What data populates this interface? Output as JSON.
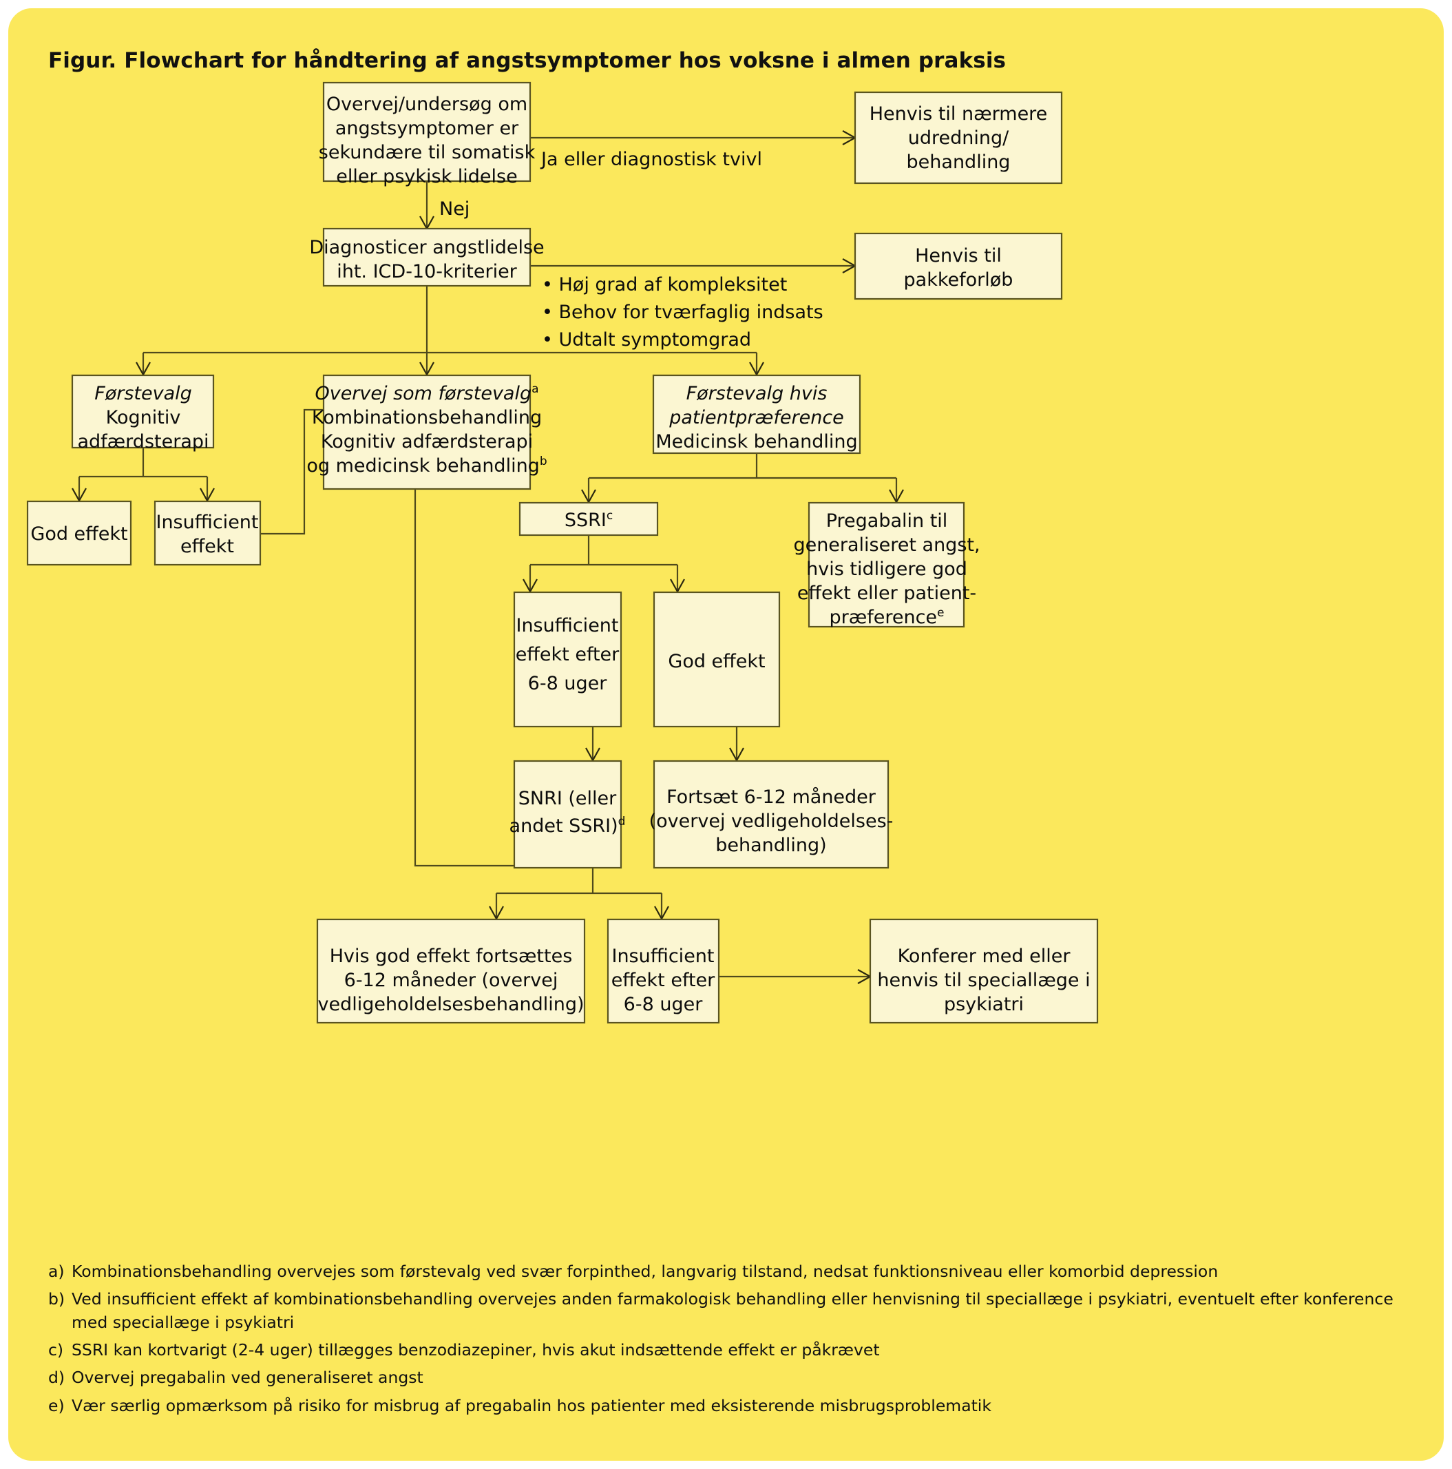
{
  "figure": {
    "title": "Figur. Flowchart for håndtering af angstsymptomer hos voksne i almen praksis",
    "background_color": "#fbe85c",
    "node_fill_color": "#fbf6d2",
    "node_border_color": "#5a5420"
  },
  "nodes": {
    "assess": {
      "id": "assess",
      "lines": [
        "Overvej/undersøg om",
        "angstsymptomer er",
        "sekundære til somatisk",
        "eller psykisk lidelse"
      ]
    },
    "refer_workup": {
      "id": "refer_workup",
      "lines": [
        "Henvis til nærmere",
        "udredning/",
        "behandling"
      ]
    },
    "diagnose": {
      "id": "diagnose",
      "lines": [
        "Diagnosticer angstlidelse",
        "iht. ICD-10-kriterier"
      ]
    },
    "refer_package": {
      "id": "refer_package",
      "lines": [
        "Henvis til",
        "pakkeforløb"
      ]
    },
    "cbt": {
      "id": "cbt",
      "lines": [
        "Førstevalg",
        "Kognitiv",
        "adfærdsterapi"
      ],
      "italic_lines": [
        0
      ]
    },
    "combination": {
      "id": "combination",
      "lines": [
        "Overvej som førstevalg",
        "Kombinationsbehandling",
        "Kognitiv adfærdsterapi",
        "og medicinsk behandling"
      ],
      "italic_lines": [
        0
      ],
      "superscripts": {
        "0": "a",
        "3": "b"
      }
    },
    "medical": {
      "id": "medical",
      "lines": [
        "Førstevalg hvis",
        "patientpræference",
        "Medicinsk behandling"
      ],
      "italic_lines": [
        0,
        1
      ]
    },
    "cbt_good": {
      "id": "cbt_good",
      "lines": [
        "God effekt"
      ]
    },
    "cbt_insufficient": {
      "id": "cbt_insufficient",
      "lines": [
        "Insufficient",
        "effekt"
      ]
    },
    "ssri": {
      "id": "ssri",
      "lines": [
        "SSRI"
      ],
      "superscripts": {
        "0": "c"
      }
    },
    "pregabalin": {
      "id": "pregabalin",
      "lines": [
        "Pregabalin til",
        "generaliseret angst,",
        "hvis tidligere god",
        "effekt eller patient-",
        "præference"
      ],
      "superscripts": {
        "4": "e"
      }
    },
    "ssri_insufficient": {
      "id": "ssri_insufficient",
      "lines": [
        "Insufficient",
        "effekt efter",
        "6-8 uger"
      ]
    },
    "ssri_good": {
      "id": "ssri_good",
      "lines": [
        "God effekt"
      ]
    },
    "snri": {
      "id": "snri",
      "lines": [
        "SNRI (eller",
        "andet SSRI)"
      ],
      "superscripts": {
        "1": "d"
      }
    },
    "continue_6_12": {
      "id": "continue_6_12",
      "lines": [
        "Fortsæt 6-12 måneder",
        "(overvej vedligeholdelses-",
        "behandling)"
      ]
    },
    "snri_good": {
      "id": "snri_good",
      "lines": [
        "Hvis god effekt fortsættes",
        "6-12 måneder (overvej",
        "vedligeholdelsesbehandling)"
      ]
    },
    "snri_insufficient": {
      "id": "snri_insufficient",
      "lines": [
        "Insufficient",
        "effekt efter",
        "6-8 uger"
      ]
    },
    "specialist": {
      "id": "specialist",
      "lines": [
        "Konferer med eller",
        "henvis til speciallæge i",
        "psykiatri"
      ]
    }
  },
  "edge_labels": {
    "yes_or_doubt": "Ja eller diagnostisk tvivl",
    "no": "Nej"
  },
  "criteria_bullets": [
    "• Høj grad af kompleksitet",
    "• Behov for tværfaglig indsats",
    "• Udtalt symptomgrad"
  ],
  "footnotes": [
    {
      "marker": "a)",
      "text": "Kombinationsbehandling overvejes som førstevalg ved svær forpinthed, langvarig tilstand, nedsat funktionsniveau eller komorbid depression"
    },
    {
      "marker": "b)",
      "text": "Ved insufficient effekt af kombinationsbehandling overvejes anden farmakologisk behandling eller henvisning til speciallæge i psykiatri, eventuelt efter konference med speciallæge i psykiatri"
    },
    {
      "marker": "c)",
      "text": "SSRI kan kortvarigt (2-4 uger) tillægges benzodiazepiner, hvis akut indsættende effekt er påkrævet"
    },
    {
      "marker": "d)",
      "text": "Overvej pregabalin ved generaliseret angst"
    },
    {
      "marker": "e)",
      "text": "Vær særlig opmærksom på risiko for misbrug af pregabalin hos patienter med eksisterende misbrugsproblematik"
    }
  ]
}
